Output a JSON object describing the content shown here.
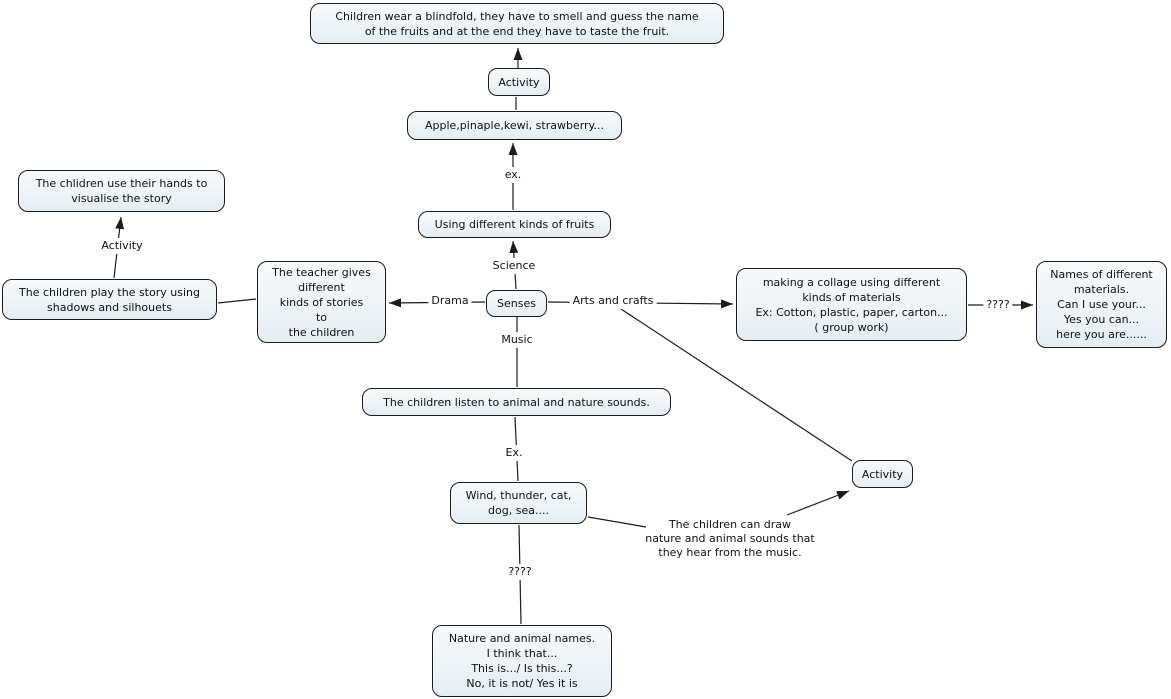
{
  "diagram": {
    "title": "Senses concept map",
    "colors": {
      "background": "#ffffff",
      "node_fill_top": "#f7fafc",
      "node_fill_bottom": "#e6edf2",
      "node_border": "#1c1c1c",
      "line_color": "#1c1c1c",
      "text_color": "#111111"
    }
  },
  "nodes": {
    "blindfold": {
      "text": "Children wear a blindfold, they have to smell and guess the name\nof the fruits and at the end they have to taste the fruit."
    },
    "activity_top": {
      "text": "Activity"
    },
    "fruit_examples": {
      "text": "Apple,pinaple,kewi, strawberry..."
    },
    "using_fruits": {
      "text": "Using different kinds of fruits"
    },
    "senses": {
      "text": "Senses"
    },
    "hands_visualise": {
      "text": "The chlidren use their hands to\nvisualise the story"
    },
    "play_story": {
      "text": "The children play the story using\nshadows and silhouets"
    },
    "teacher_stories": {
      "text": "The teacher gives\ndifferent\nkinds of stories\nto\nthe children"
    },
    "collage": {
      "text": "making a collage using different\nkinds of materials\nEx: Cotton, plastic, paper, carton...\n( group work)"
    },
    "material_names": {
      "text": "Names of different\nmaterials.\nCan I use your...\nYes you can...\nhere you are......"
    },
    "listen_sounds": {
      "text": "The children listen to animal and nature sounds."
    },
    "sound_examples": {
      "text": "Wind, thunder, cat,\ndog, sea...."
    },
    "activity_right": {
      "text": "Activity"
    },
    "nature_names": {
      "text": "Nature and animal names.\nI think that...\nThis is.../ Is this...?\nNo, it is not/ Yes it is"
    }
  },
  "labels": {
    "activity_left": "Activity",
    "ex_top": "ex.",
    "science": "Science",
    "drama": "Drama",
    "arts_and_crafts": "Arts and crafts",
    "questions_right": "????",
    "music": "Music",
    "ex_music": "Ex.",
    "questions_bottom": "????",
    "draw_note": "The children can draw\nnature and animal sounds that\nthey hear from the music."
  }
}
